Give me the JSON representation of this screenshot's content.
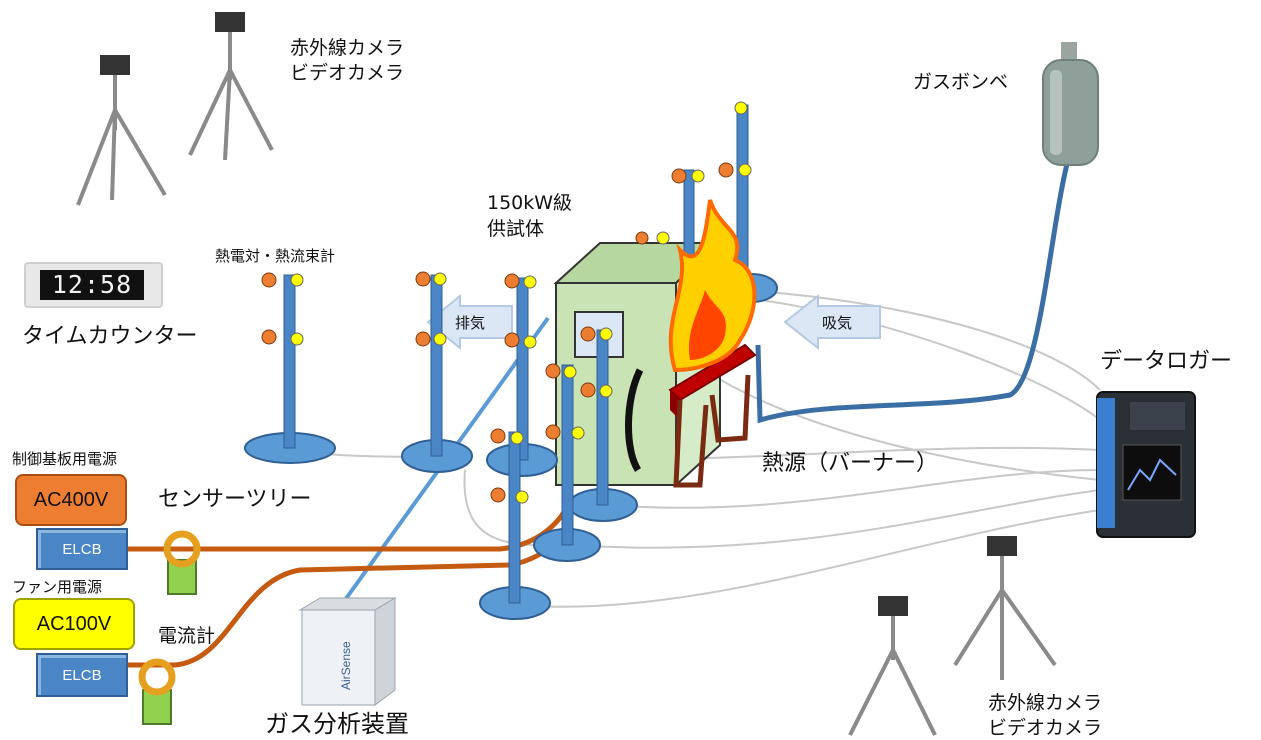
{
  "labels": {
    "ir_camera_top": "赤外線カメラ",
    "video_camera_top": "ビデオカメラ",
    "gas_cylinder": "ガスボンベ",
    "test_unit_line1": "150kW級",
    "test_unit_line2": "供試体",
    "thermocouple": "熱電対・熱流束計",
    "time_counter": "タイムカウンター",
    "exhaust": "排気",
    "intake": "吸気",
    "data_logger": "データロガー",
    "control_power": "制御基板用電源",
    "sensor_tree": "センサーツリー",
    "heat_source": "熱源（バーナー）",
    "fan_power": "ファン用電源",
    "current_meter": "電流計",
    "gas_analyzer": "ガス分析装置",
    "ir_camera_bottom": "赤外線カメラ",
    "video_camera_bottom": "ビデオカメラ"
  },
  "clock_display": "12:58",
  "power": {
    "ac400": "AC400V",
    "ac100": "AC100V",
    "elcb_top": "ELCB",
    "elcb_bottom": "ELCB"
  },
  "analyzer_brand": "AirSense",
  "colors": {
    "ac400_fill": "#ed7d31",
    "ac100_fill": "#ffff00",
    "cable_orange": "#c55a11",
    "gas_pipe": "#3a6ea5",
    "sensor_base": "#5b9bd5",
    "sensor_orange": "#ed7d31",
    "sensor_yellow": "#ffff00",
    "cabinet": "#c9e3b5",
    "arrow": "#dbe7f5",
    "clamp_green": "#92d050"
  }
}
